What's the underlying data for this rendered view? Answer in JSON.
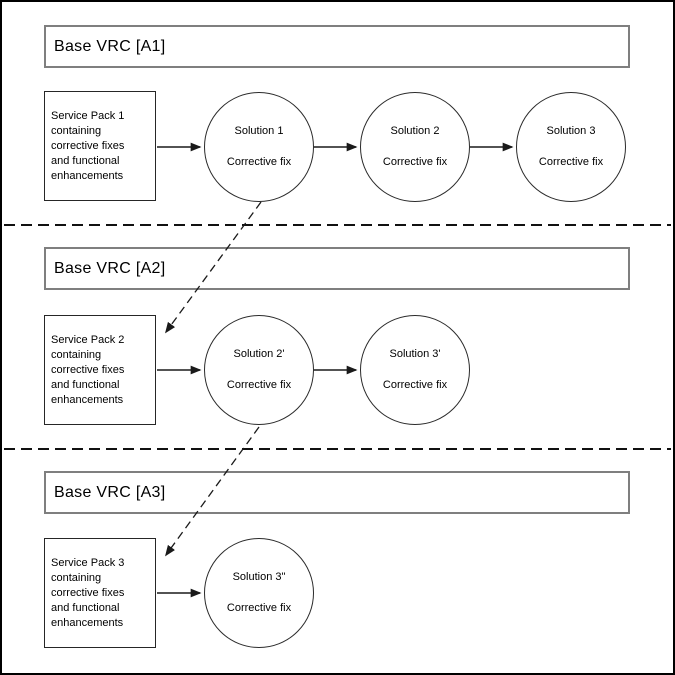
{
  "sections": [
    {
      "header": "Base VRC [A1]",
      "service_pack": "Service Pack 1\ncontaining\ncorrective fixes\nand functional\nenhancements",
      "solutions": [
        {
          "title": "Solution 1",
          "subtitle": "Corrective fix"
        },
        {
          "title": "Solution 2",
          "subtitle": "Corrective fix"
        },
        {
          "title": "Solution 3",
          "subtitle": "Corrective fix"
        }
      ]
    },
    {
      "header": "Base VRC [A2]",
      "service_pack": "Service Pack 2\ncontaining\ncorrective fixes\nand functional\nenhancements",
      "solutions": [
        {
          "title": "Solution 2'",
          "subtitle": "Corrective fix"
        },
        {
          "title": "Solution 3'",
          "subtitle": "Corrective fix"
        }
      ]
    },
    {
      "header": "Base VRC [A3]",
      "service_pack": "Service Pack 3\ncontaining\ncorrective fixes\nand functional\nenhancements",
      "solutions": [
        {
          "title": "Solution 3\"",
          "subtitle": "Corrective fix"
        }
      ]
    }
  ],
  "colors": {
    "background": "#ffffff",
    "outer_border": "#000000",
    "header_border": "#7f7f7f",
    "shape_border": "#2b2b2b",
    "line": "#1a1a1a",
    "text": "#000000"
  }
}
